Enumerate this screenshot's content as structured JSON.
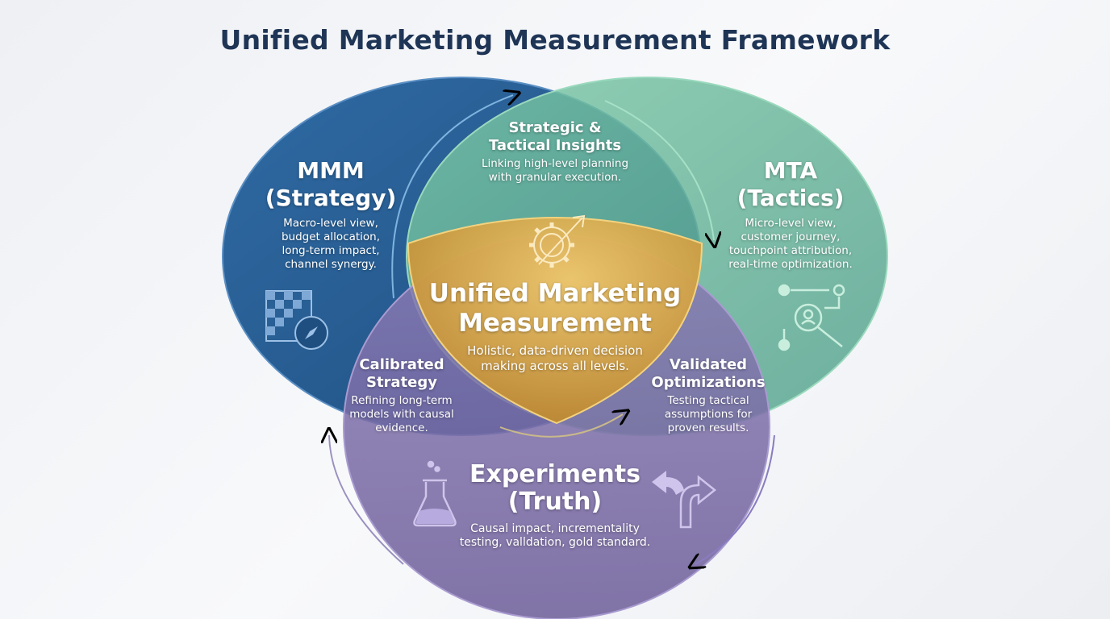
{
  "title": "Unified Marketing Measurement Framework",
  "mmm": {
    "title": "MMM",
    "subtitle": "(Strategy)",
    "description": [
      "Macro-level view,",
      "budget allocation,",
      "long-term impact,",
      "channel synergy."
    ],
    "icon": "chessboard-compass-icon",
    "color": "#2a5f93"
  },
  "mta": {
    "title": "MTA",
    "subtitle": "(Tactics)",
    "description": [
      "Micro-level view,",
      "customer journey,",
      "touchpoint attribution,",
      "real-time optimization."
    ],
    "icon": "journey-search-icon",
    "color": "#5fb597"
  },
  "experiments": {
    "title": "Experiments",
    "subtitle": "(Truth)",
    "description": [
      "Causal impact, incrementality",
      "testing, valldation, gold standard."
    ],
    "icon": "flask-icon",
    "icon2": "split-arrow-icon",
    "color": "#7b6aa6"
  },
  "overlap_top": {
    "title": [
      "Strategic &",
      "Tactical Insights"
    ],
    "description": [
      "Linking high-level planning",
      "with granular execution."
    ]
  },
  "overlap_left": {
    "title": [
      "Calibrated",
      "Strategy"
    ],
    "description": [
      "Refining long-term",
      "models with causal",
      "evidence."
    ]
  },
  "overlap_right": {
    "title": [
      "Validated",
      "Optimizations"
    ],
    "description": [
      "Testing tactical",
      "assumptions for",
      "proven results."
    ]
  },
  "center": {
    "title": [
      "Unified Marketing",
      "Measurement"
    ],
    "description": [
      "Holistic, data-driven decision",
      "making across all levels."
    ],
    "icon": "gear-growth-icon",
    "color": "#d9a640"
  }
}
